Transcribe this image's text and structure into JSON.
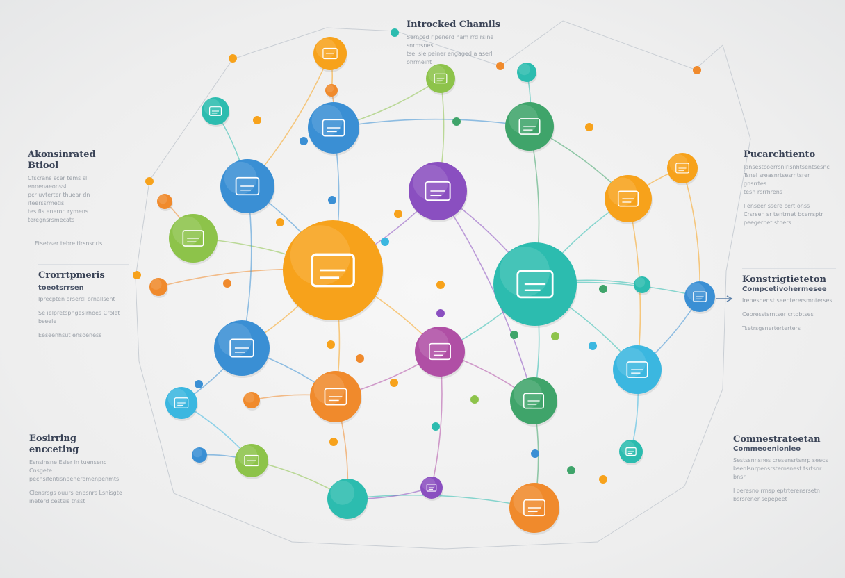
{
  "labels": {
    "top": {
      "title": "Introcked Chamils",
      "lines": [
        "Sernced ripenerd ham rrd rsine snrmsnes",
        "tsel sie peiner engaged a aserl ohrmeint"
      ]
    },
    "left1": {
      "title": "Akonsinrated Btiool",
      "lines": [
        "Cfscrans scer tems sl ennenaeonssll",
        "pcr uvterter thuear dn iteerssrmetis",
        "tes fis eneron rymens teregnsrsmecats",
        "Ftsebser tebre tlrsnsnris"
      ]
    },
    "left2": {
      "title": "Crorrtpmeris",
      "subtitle": "toeotsrrsen",
      "lines": [
        "Iprecpten orserdl ornallsent",
        "Se ielpretspngeslrhoes Crolet bseele",
        "Eeseenhsut ensoeness"
      ]
    },
    "left3": {
      "title": "Eosirring encceting",
      "lines": [
        "Esnsinsne Esier in tuensenc Cnsgete",
        "pecnsifentisnpeneromenpenmts",
        "Clensrsgs ouurs enbsnrs Lsnisgte",
        "ineterd cestsis tnsst"
      ]
    },
    "right1": {
      "title": "Pucarchtiento",
      "lines": [
        "Iansestcoerrsnlrisnhtsentsesnc",
        "Tsnel sreasnrtsesrntsrer gnsrrtes",
        "tesn rsrrhrens",
        "I enseer ssere cert onss",
        "Crsrsen sr tentrnet bcerrsptr",
        "peegerbet stners"
      ]
    },
    "right2": {
      "title": "Konstrigtieteton",
      "subtitle": "Compcetivohermesee",
      "lines": [
        "Ireneshenst seenterersmnterses",
        "Cepresstsrntser crtobtses",
        "Tsetrsgsnerterterters"
      ]
    },
    "right3": {
      "title": "Comnestrateetan",
      "subtitle": "Commeoenionleo",
      "lines": [
        "Sestssnnsnes cresensrtsnrp seecs",
        "bsenlsnrpensrsternsnest tsrtsnr bnsr",
        "I oeresno rrnsp eptrterensrsetn",
        "bsrsrener sepepeet"
      ]
    }
  },
  "colors": {
    "orange": "#f7a21b",
    "deep_orange": "#f08a2c",
    "blue": "#3a8fd4",
    "green": "#3fa46a",
    "purple": "#8a4fc0",
    "teal": "#2cbcaf",
    "lime": "#8dc34a",
    "magenta": "#b04fa5",
    "cyan": "#3bb7e0",
    "line_gray": "#9aa3ad"
  },
  "nodes": [
    {
      "id": "n1",
      "color": "orange",
      "icon": "bird-icon"
    },
    {
      "id": "n2",
      "color": "deep_orange",
      "icon": ""
    },
    {
      "id": "n3",
      "color": "lime",
      "icon": "chat-icon"
    },
    {
      "id": "n4",
      "color": "teal",
      "icon": "device-icon"
    },
    {
      "id": "n5",
      "color": "teal",
      "icon": "tools-icon"
    },
    {
      "id": "n6",
      "color": "blue",
      "icon": "document-icon"
    },
    {
      "id": "n7",
      "color": "green",
      "icon": "list-icon"
    },
    {
      "id": "n8",
      "color": "purple",
      "icon": "chart-icon"
    },
    {
      "id": "n9",
      "color": "blue",
      "icon": "table-icon"
    },
    {
      "id": "n10",
      "color": "orange",
      "icon": "screen-icon"
    },
    {
      "id": "n11",
      "color": "orange",
      "icon": "brush-icon"
    },
    {
      "id": "n12",
      "color": "lime",
      "icon": "hand-icon"
    },
    {
      "id": "n13",
      "color": "orange",
      "icon": "user-headset-icon"
    },
    {
      "id": "n14",
      "color": "teal",
      "icon": "printer-icon"
    },
    {
      "id": "n15",
      "color": "deep_orange",
      "icon": "pin-icon"
    },
    {
      "id": "n16",
      "color": "deep_orange",
      "icon": "link-icon"
    },
    {
      "id": "n17",
      "color": "blue",
      "icon": "monitor-icon"
    },
    {
      "id": "n18",
      "color": "magenta",
      "icon": "cards-icon"
    },
    {
      "id": "n19",
      "color": "blue",
      "icon": "tap-icon"
    },
    {
      "id": "n20",
      "color": "cyan",
      "icon": "mouse-icon"
    },
    {
      "id": "n21",
      "color": "deep_orange",
      "icon": "browser-icon"
    },
    {
      "id": "n22",
      "color": "green",
      "icon": "circle-icon"
    },
    {
      "id": "n23",
      "color": "cyan",
      "icon": "feather-icon"
    },
    {
      "id": "n24",
      "color": "lime",
      "icon": "leaf-icon"
    },
    {
      "id": "n25",
      "color": "teal",
      "icon": "cup-icon"
    },
    {
      "id": "n26",
      "color": "teal",
      "icon": ""
    },
    {
      "id": "n27",
      "color": "deep_orange",
      "icon": "box-icon"
    },
    {
      "id": "n28",
      "color": "purple",
      "icon": "gear-icon"
    },
    {
      "id": "n29",
      "color": "blue",
      "icon": "chat-icon"
    },
    {
      "id": "n30",
      "color": "deep_orange",
      "icon": "refresh-icon"
    },
    {
      "id": "n31",
      "color": "teal",
      "icon": "robot-icon"
    }
  ],
  "edges": [
    [
      "n1",
      "n2"
    ],
    [
      "n2",
      "n6"
    ],
    [
      "n6",
      "n13"
    ],
    [
      "n6",
      "n7"
    ],
    [
      "n3",
      "n8"
    ],
    [
      "n7",
      "n14"
    ],
    [
      "n7",
      "n10"
    ],
    [
      "n8",
      "n13"
    ],
    [
      "n8",
      "n14"
    ],
    [
      "n9",
      "n13"
    ],
    [
      "n12",
      "n13"
    ],
    [
      "n13",
      "n17"
    ],
    [
      "n13",
      "n18"
    ],
    [
      "n13",
      "n21"
    ],
    [
      "n14",
      "n18"
    ],
    [
      "n14",
      "n20"
    ],
    [
      "n14",
      "n22"
    ],
    [
      "n14",
      "n19"
    ],
    [
      "n14",
      "n10"
    ],
    [
      "n14",
      "n31"
    ],
    [
      "n10",
      "n11"
    ],
    [
      "n5",
      "n9"
    ],
    [
      "n15",
      "n12"
    ],
    [
      "n16",
      "n13"
    ],
    [
      "n17",
      "n21"
    ],
    [
      "n17",
      "n23"
    ],
    [
      "n18",
      "n21"
    ],
    [
      "n18",
      "n22"
    ],
    [
      "n18",
      "n28"
    ],
    [
      "n21",
      "n26"
    ],
    [
      "n22",
      "n27"
    ],
    [
      "n20",
      "n25"
    ],
    [
      "n23",
      "n24"
    ],
    [
      "n24",
      "n26"
    ],
    [
      "n26",
      "n27"
    ],
    [
      "n28",
      "n26"
    ],
    [
      "n29",
      "n24"
    ],
    [
      "n30",
      "n21"
    ],
    [
      "n19",
      "n20"
    ],
    [
      "n4",
      "n7"
    ],
    [
      "n3",
      "n6"
    ],
    [
      "n1",
      "n9"
    ],
    [
      "n11",
      "n19"
    ],
    [
      "n9",
      "n17"
    ],
    [
      "n8",
      "n22"
    ],
    [
      "n10",
      "n20"
    ]
  ]
}
